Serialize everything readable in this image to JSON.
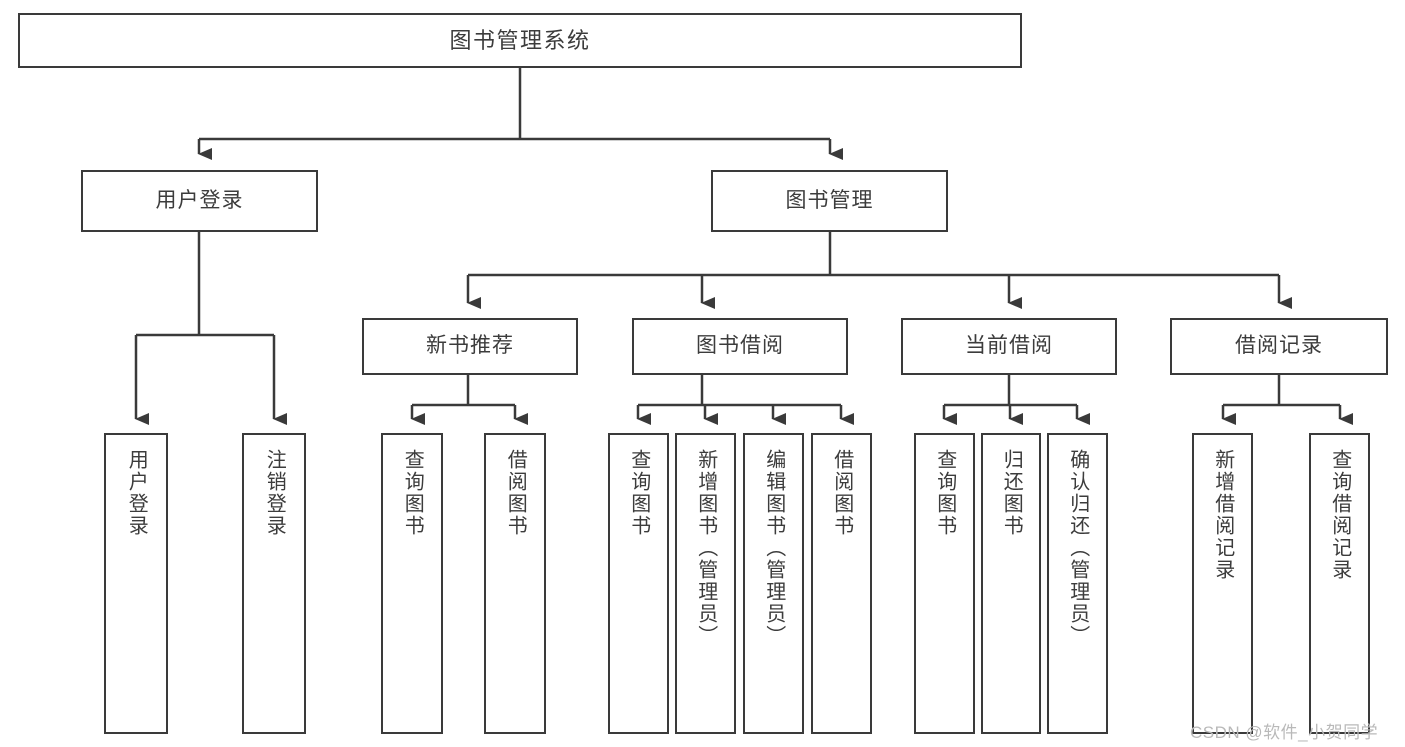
{
  "diagram": {
    "title": "图书管理系统",
    "type": "function-structure-tree",
    "watermark": "CSDN @软件_小贺同学",
    "colors": {
      "stroke": "#3a3a3a",
      "fill": "#ffffff",
      "text": "#3c3c3c",
      "watermark": "#b9b9b9"
    }
  },
  "nodes": {
    "root": {
      "label": "图书管理系统"
    },
    "level2": [
      {
        "id": "user-login",
        "label": "用户登录"
      },
      {
        "id": "book-manage",
        "label": "图书管理"
      }
    ],
    "level3": [
      {
        "id": "new-book-recommend",
        "label": "新书推荐"
      },
      {
        "id": "book-borrow",
        "label": "图书借阅"
      },
      {
        "id": "current-borrow",
        "label": "当前借阅"
      },
      {
        "id": "borrow-record",
        "label": "借阅记录"
      }
    ],
    "leaves": {
      "user_login": [
        {
          "id": "leaf-user-login",
          "label": "用户登录"
        },
        {
          "id": "leaf-logout-login",
          "label": "注销登录"
        }
      ],
      "new_book_recommend": [
        {
          "id": "leaf-query-book-1",
          "label": "查询图书"
        },
        {
          "id": "leaf-borrow-book-1",
          "label": "借阅图书"
        }
      ],
      "book_borrow": [
        {
          "id": "leaf-query-book-2",
          "label": "查询图书"
        },
        {
          "id": "leaf-add-book",
          "label": "新增图书（管理员）"
        },
        {
          "id": "leaf-edit-book",
          "label": "编辑图书（管理员）"
        },
        {
          "id": "leaf-borrow-book-2",
          "label": "借阅图书"
        }
      ],
      "current_borrow": [
        {
          "id": "leaf-query-book-3",
          "label": "查询图书"
        },
        {
          "id": "leaf-return-book",
          "label": "归还图书"
        },
        {
          "id": "leaf-confirm-return",
          "label": "确认归还（管理员）"
        }
      ],
      "borrow_record": [
        {
          "id": "leaf-add-record",
          "label": "新增借阅记录"
        },
        {
          "id": "leaf-query-record",
          "label": "查询借阅记录"
        }
      ]
    }
  }
}
